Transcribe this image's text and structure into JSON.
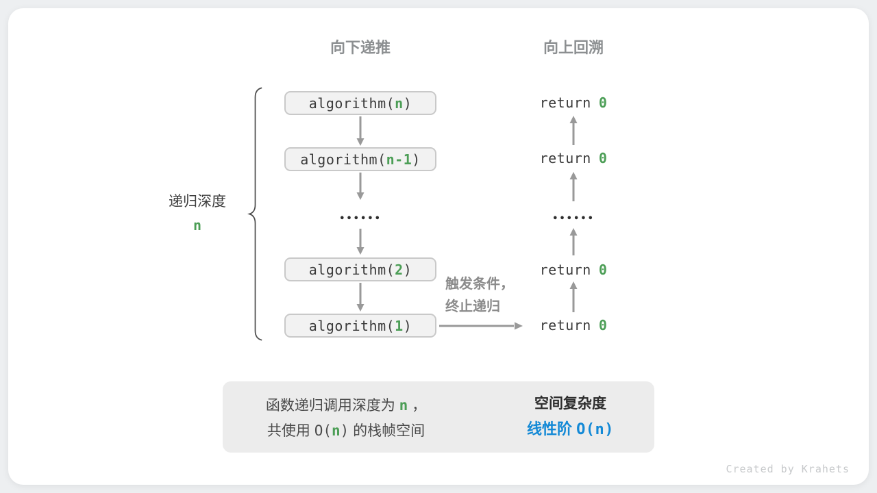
{
  "headers": {
    "down": "向下递推",
    "up": "向上回溯"
  },
  "depth": {
    "label": "递归深度",
    "value": "n"
  },
  "stack": {
    "prefix": "algorithm(",
    "suffix": ")",
    "frames": [
      {
        "arg": "n"
      },
      {
        "arg": "n-1"
      },
      {
        "arg": "2"
      },
      {
        "arg": "1"
      }
    ],
    "ellipsis": "••••••"
  },
  "returns": {
    "keyword": "return",
    "value": "0",
    "ellipsis": "••••••"
  },
  "trigger": {
    "line1": "触发条件，",
    "line2": "终止递归"
  },
  "summary": {
    "line1_pre": "函数递归调用深度为 ",
    "line1_var": "n",
    "line1_post": " ，",
    "line2_pre": "共使用 ",
    "line2_code_open": "O(",
    "line2_var": "n",
    "line2_code_close": ")",
    "line2_post": " 的栈帧空间",
    "right_title": "空间复杂度",
    "right_value_text": "线性阶 ",
    "right_value_code": "O(n)"
  },
  "footer": {
    "credit": "Created by Krahets"
  },
  "icons": {
    "down_arrow": "down-arrow",
    "up_arrow": "up-arrow",
    "right_arrow": "right-arrow",
    "brace": "left-curly-brace",
    "block_arrow": "right-block-arrow"
  },
  "colors": {
    "green": "#4c9e56",
    "blue": "#1389d6",
    "box_bg": "#f2f2f2",
    "box_border": "#c9c9c9",
    "code_text": "#3a3a3a",
    "header_gray": "#8c8f91",
    "arrow_gray": "#999999",
    "summary_bg": "#ececec",
    "block_arrow_gray": "#bdbdbd",
    "credit_gray": "#c7c9cb"
  }
}
